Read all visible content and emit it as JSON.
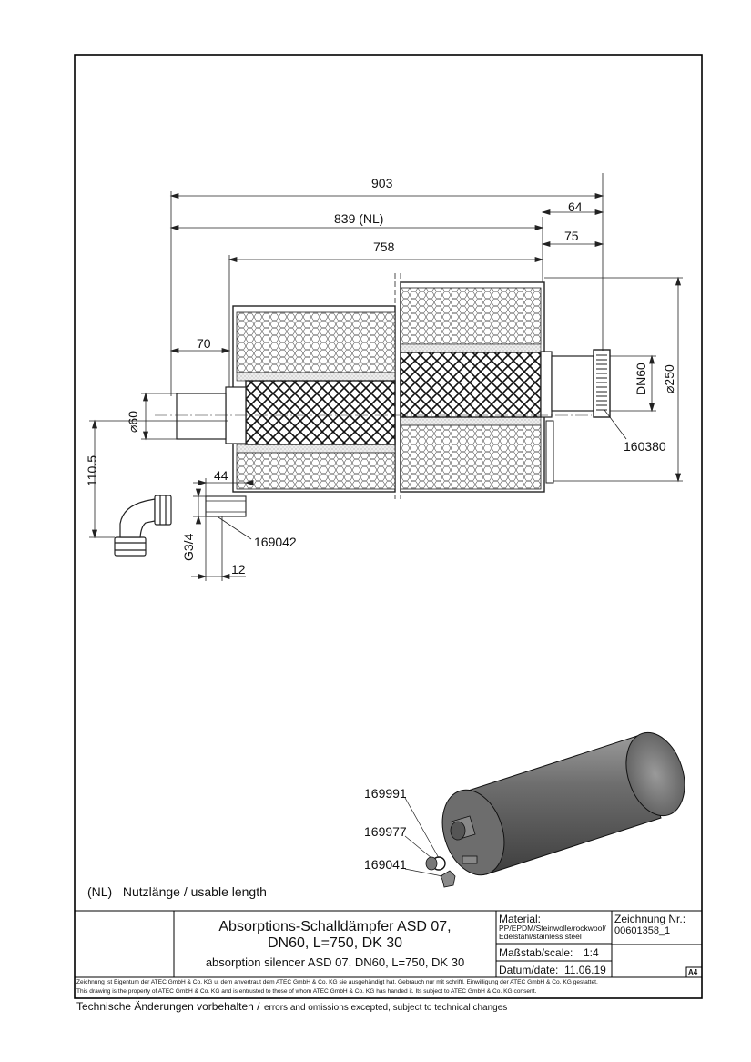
{
  "dimensions": {
    "overall": "903",
    "usable": "839 (NL)",
    "body": "758",
    "flange_ref": "64",
    "outlet": "75",
    "inlet_len": "70",
    "inlet_dia": "⌀60",
    "height_offset": "110.5",
    "drain_len": "44",
    "drain_thread": "G3/4",
    "drain_step": "12",
    "outer_dia": "⌀250",
    "nominal": "DN60"
  },
  "parts": {
    "outlet_part": "160380",
    "drain_part": "169042",
    "part_a": "169991",
    "part_b": "169977",
    "part_c": "169041"
  },
  "legend": "(NL)   Nutzlänge / usable length",
  "title_block": {
    "title_de_line1": "Absorptions-Schalldämpfer ASD 07,",
    "title_de_line2": "DN60, L=750, DK 30",
    "title_en": "absorption silencer ASD 07, DN60, L=750, DK 30",
    "material_label": "Material:",
    "material_line1": "PP/EPDM/Steinwolle/rockwool/",
    "material_line2": "Edelstahl/stainless steel",
    "drawing_label": "Zeichnung Nr.:",
    "drawing_number": "00601358_1",
    "scale_label": "Maßstab/scale:",
    "scale_value": "1:4",
    "date_label": "Datum/date:",
    "date_value": "11.06.19",
    "paper_size": "A4"
  },
  "footer": {
    "ownership_de": "Zeichnung ist Eigentum der ATEC GmbH & Co. KG u. dem anvertraut dem ATEC GmbH & Co. KG sie ausgehändigt hat. Gebrauch nur mit schriftl. Einwilligung der ATEC GmbH & Co. KG gestattet.",
    "ownership_en": "This drawing is the property of ATEC GmbH & Co. KG and is entrusted to those of whom ATEC GmbH & Co. KG has handed it. Its subject to ATEC GmbH & Co. KG consent.",
    "changes_de": "Technische Änderungen vorbehalten /",
    "changes_en": "errors and omissions excepted, subject to technical changes"
  }
}
